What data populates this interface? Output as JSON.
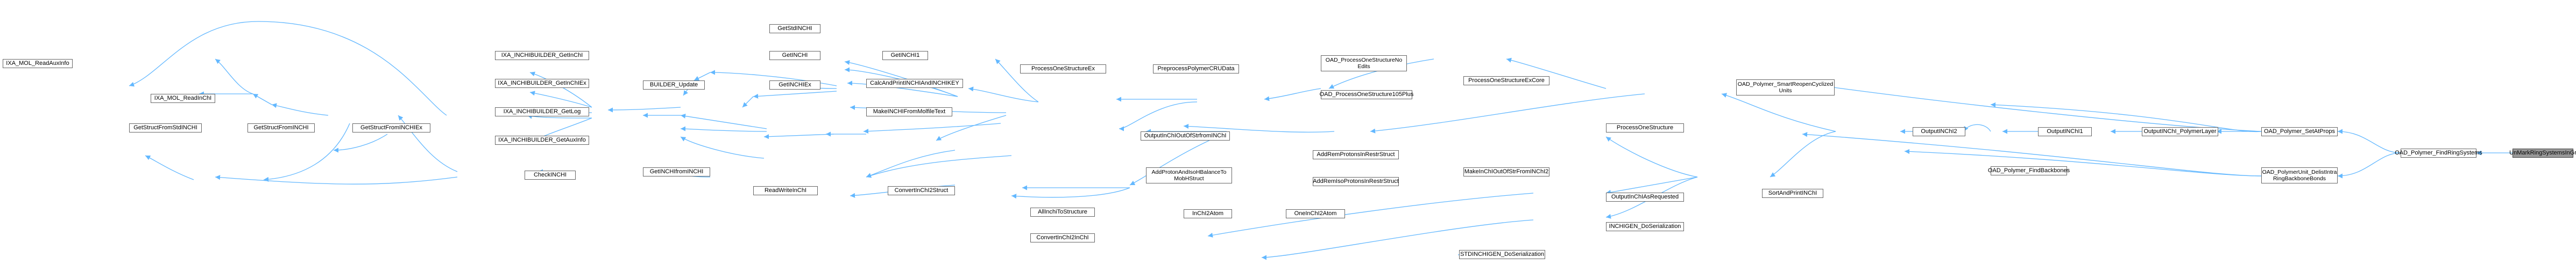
{
  "graph": {
    "edge_color": "#63b8ff",
    "node_border": "#666666",
    "focus_fill": "#999999",
    "nodes": {
      "ixa_mol_readauxinfo": "IXA_MOL_ReadAuxInfo",
      "ixa_mol_readinchi": "IXA_MOL_ReadInChI",
      "getstructfromstdinchi": "GetStructFromStdINCHI",
      "getstructfrominchi": "GetStructFromINCHI",
      "getstructfrominchiex": "GetStructFromINCHIEx",
      "ixa_inchibuilder_getinchi": "IXA_INCHIBUILDER_GetInChI",
      "ixa_inchibuilder_getinchiex": "IXA_INCHIBUILDER_GetInChIEx",
      "ixa_inchibuilder_getlog": "IXA_INCHIBUILDER_GetLog",
      "ixa_inchibuilder_getauxinfo": "IXA_INCHIBUILDER_GetAuxInfo",
      "builder_update": "BUILDER_Update",
      "checkinchi": "CheckINCHI",
      "getstdinchi": "GetStdINCHI",
      "getinchi": "GetINCHI",
      "getinchiex": "GetINCHIEx",
      "getinchi1": "GetINCHI1",
      "getinchifrominchi": "GetINCHIfromINCHI",
      "readwriteinchi": "ReadWriteInChI",
      "calcandprintinchiandinchikey": "CalcAndPrintINCHIAndINCHIKEY",
      "makeinchifrommolfiletext": "MakeINCHIFromMolfileText",
      "processonestructureex": "ProcessOneStructureEx",
      "preprocesspolymercrudata": "PreprocessPolymerCRUData",
      "oad_processonestructurenoedits": "OAD_ProcessOneStructureNo\nEdits",
      "oad_processonestructure105plus": "OAD_ProcessOneStructure105Plus",
      "processonestructureexcore": "ProcessOneStructureExCore",
      "outputinchioutofstrfrominchi": "OutputInChIOutOfStrfromINChI",
      "converinchi2struct": "ConvertInChI2Struct",
      "addprotonandisomhbalanceto": "AddProtonAndIsoHBalanceTo\nMobHStruct",
      "addremprotonsinrestrstruct": "AddRemProtonsInRestrStruct",
      "addremisoprotonsinrestrstruct": "AddRemIsoProtonsInRestrStruct",
      "allinchitoinstructure": "AllInchiToStructure",
      "inchi2atom": "InChI2Atom",
      "oneinchi2atom": "OneInChI2Atom",
      "convertinchi2inchi": "ConvertInChI2InChI",
      "makeinchioutofstrfrominchi2": "MakeInChIOutOfStrFromINChI2",
      "processonestructure": "ProcessOneStructure",
      "oad_polymer_smartreopencyclized": "OAD_Polymer_SmartReopenCyclized\nUnits",
      "outputinchisasrequested": "OutputInChIAsRequested",
      "inchigen_doserialization": "INCHIGEN_DoSerialization",
      "stdinchigen_doserialization": "STDINCHIGEN_DoSerialization",
      "sortandprintinchi": "SortAndPrintINChI",
      "outputinchi2": "OutputINChI2",
      "outputinchi1": "OutputINChI1",
      "outputinchi_polymerlayer": "OutputINChI_PolymerLayer",
      "oad_polymer_findbackbones": "OAD_Polymer_FindBackbones",
      "oad_polymer_setatprops": "OAD_Polymer_SetAtProps",
      "oad_polymerunit_delistintra": "OAD_PolymerUnit_DelistIntra\nRingBackboneBonds",
      "oad_polymer_findringsystems": "OAD_Polymer_FindRingSystems",
      "unmarkringsystemsingr": "UnMarkRingSystemsInGr"
    }
  }
}
